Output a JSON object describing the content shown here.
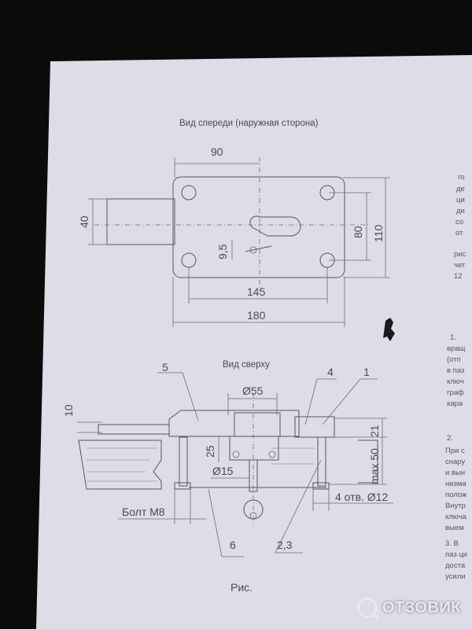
{
  "document": {
    "front_view_title": "Вид спереди (наружная сторона)",
    "top_view_title": "Вид сверху",
    "caption": "Рис.",
    "front_dims": {
      "d90": "90",
      "d40": "40",
      "d80": "80",
      "d110": "110",
      "d9_5": "9,5",
      "d145": "145",
      "d180": "180"
    },
    "top_dims": {
      "d10": "10",
      "d55": "Ø55",
      "d25": "25",
      "d15": "Ø15",
      "d21": "21",
      "d50": "max 50",
      "holes": "4 отв. Ø12",
      "bolt": "Болт М8"
    },
    "callouts": {
      "c1": "1",
      "c4": "4",
      "c5": "5",
      "c6": "6",
      "c23": "2,3"
    },
    "side_fragments": [
      "го",
      "де",
      "ци",
      "ди",
      "со",
      "от",
      "рис",
      "чет",
      "12",
      "1.",
      "вращ",
      "(отп",
      "в паз",
      "ключ",
      "граф",
      "кара",
      "2.",
      "При с",
      "снару",
      "и вын",
      "низма",
      "полож",
      "Внутр",
      "ключа",
      "выем",
      "3. В",
      "паз ци",
      "доста",
      "усили"
    ]
  },
  "watermark": {
    "text": "ОТЗОВИК",
    "icon": "magnifier-icon"
  }
}
